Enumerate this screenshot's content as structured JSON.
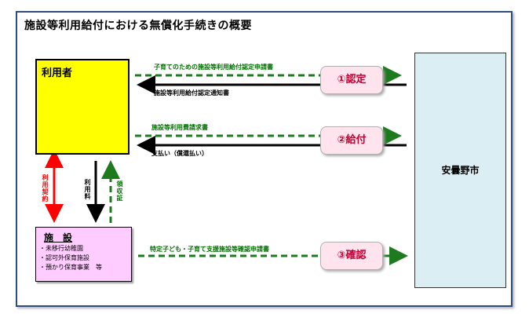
{
  "title": "施設等利用給付における無償化手続きの概要",
  "user": {
    "label": "利用者"
  },
  "facility": {
    "label": "施　設",
    "items": [
      "・未移行幼稚園",
      "・認可外保育施設",
      "・預かり保育事業　等"
    ]
  },
  "city": {
    "label": "安曇野市"
  },
  "steps": {
    "certify": "①認定",
    "payment": "②給付",
    "confirm": "③確認"
  },
  "arrows": {
    "cert_application": "子育てのための施設等利用給付認定申請書",
    "cert_notice": "施設等利用給付認定通知書",
    "payment_claim": "施設等利用費請求書",
    "payment_made": "支払い（償還払い）",
    "contract": "利用契約",
    "fee": "利用料",
    "receipt": "領収証",
    "confirm_application": "特定子ども・子育て支援施設等確認申請書"
  },
  "colors": {
    "green_arrow": "#1e7a1e",
    "black_arrow": "#000000",
    "red_arrow": "#ff0000",
    "user_fill": "#ffff00",
    "facility_fill": "#ffccff",
    "city_fill": "#dbeef4"
  }
}
